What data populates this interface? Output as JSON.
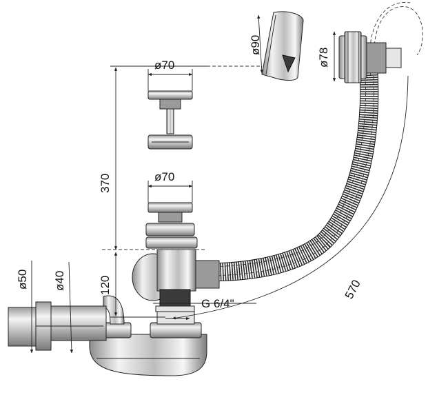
{
  "dimensions": {
    "d70_top": "ø70",
    "d70_mid": "ø70",
    "d90": "ø90",
    "d78": "ø78",
    "d50": "ø50",
    "d40": "ø40",
    "h370": "370",
    "h120": "120",
    "thread": "G 6/4\"",
    "len570": "570"
  },
  "colors": {
    "line": "#222222",
    "dark": "#3a3a3a",
    "metal_light": "#f2f2f2",
    "metal_dark": "#8c8c8c"
  }
}
